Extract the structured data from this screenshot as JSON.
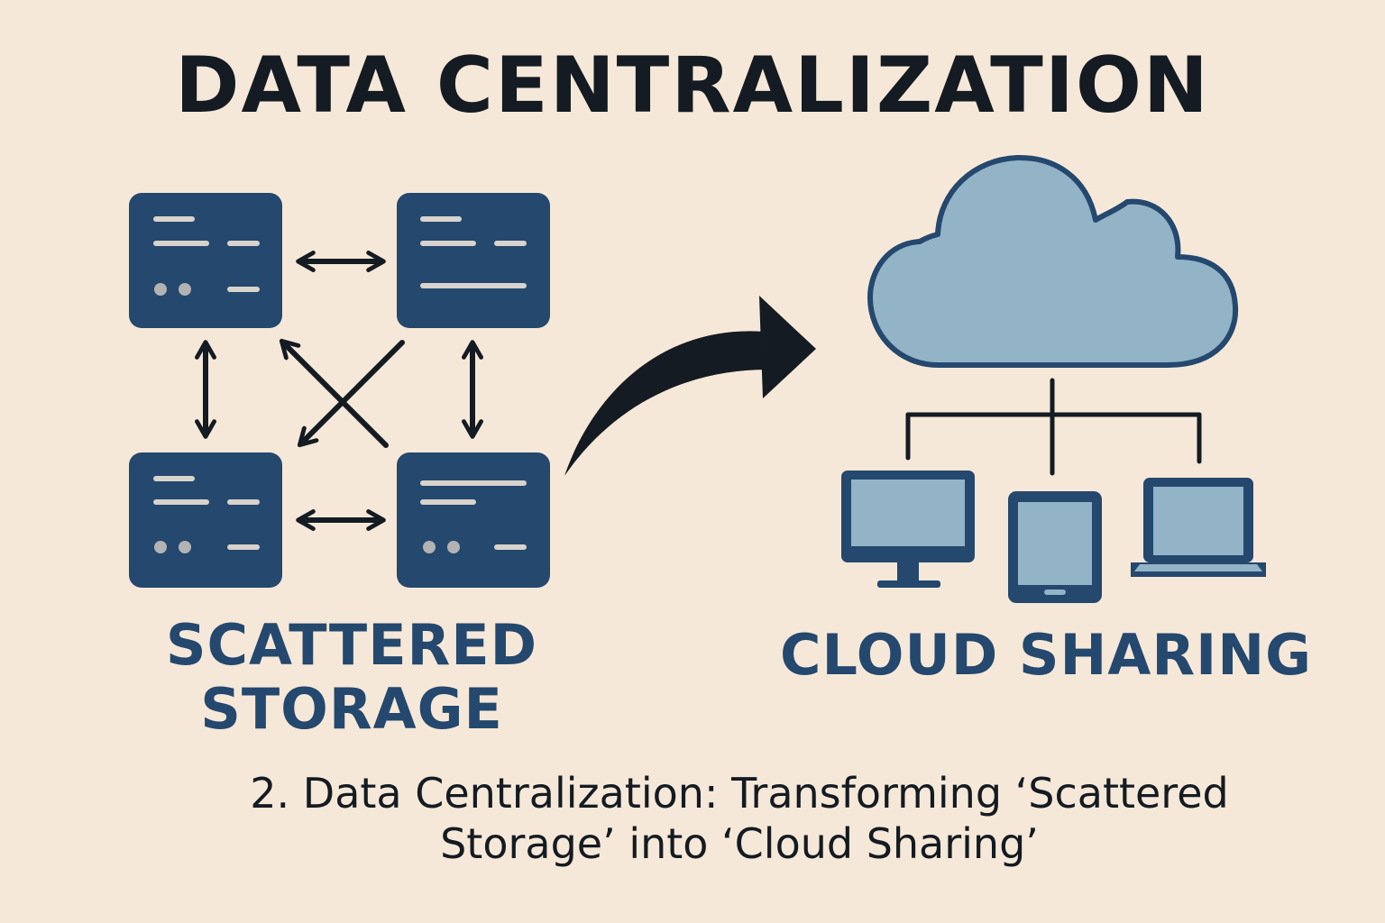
{
  "title": "DATA CENTRALIZATION",
  "left_label_line1": "SCATTERED",
  "left_label_line2": "STORAGE",
  "right_label": "CLOUD SHARING",
  "caption": "2. Data Centralization: Transforming ‘Scattered Storage’ into ‘Cloud Sharing’",
  "colors": {
    "background": "#f6e8d8",
    "server": "#24486e",
    "cloud_fill": "#93b3c7",
    "ink": "#141b22"
  },
  "icons": [
    "server-icon",
    "double-arrow-icon",
    "curved-arrow-icon",
    "cloud-icon",
    "monitor-icon",
    "tablet-icon",
    "laptop-icon"
  ]
}
